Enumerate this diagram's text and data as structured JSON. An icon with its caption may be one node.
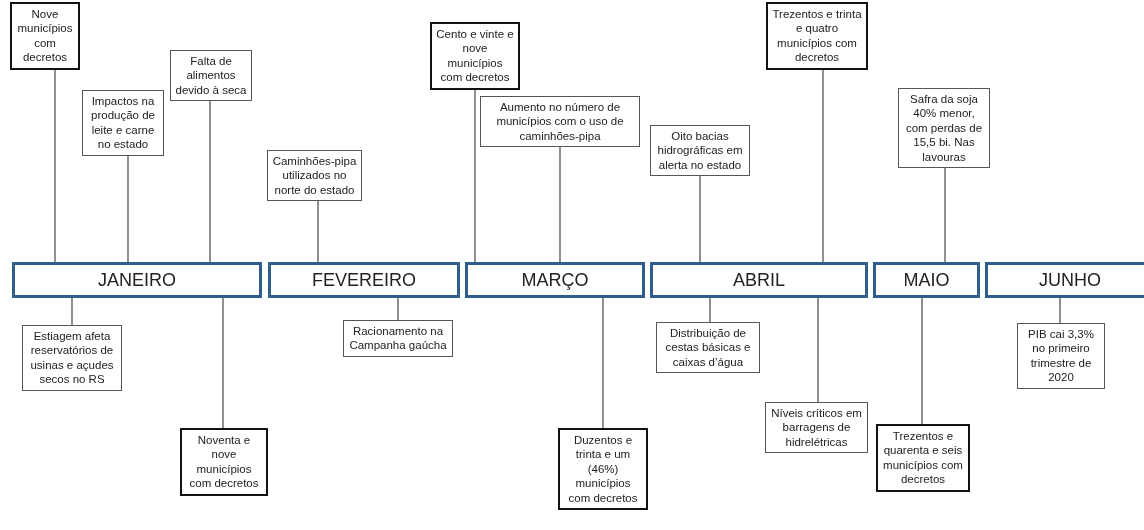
{
  "diagram": {
    "nodes": [
      {
        "text": [
          "Nove municípios com decretos"
        ]
      },
      {
        "text": [
          "Impactos na produção de leite e carne no estado"
        ]
      },
      {
        "text": [
          "Falta de alimentos devido à seca"
        ]
      },
      {
        "text": [
          "Caminhões-pipa utilizados no norte do estado"
        ]
      },
      {
        "text": [
          "Cento e vinte e nove municípios com decretos"
        ]
      },
      {
        "text": [
          "Aumento no número de municípios com o uso de caminhões-pipa"
        ]
      },
      {
        "text": [
          "Oito bacias hidrográficas em alerta no estado"
        ]
      },
      {
        "text": [
          "Trezentos e trinta e quatro municípios com decretos"
        ]
      },
      {
        "text": [
          "Safra da soja 40% menor, com perdas de 15,5 bi. Nas lavouras"
        ]
      },
      {
        "text": [
          "JANEIRO"
        ]
      },
      {
        "text": [
          "FEVEREIRO"
        ]
      },
      {
        "text": [
          "MARÇO"
        ]
      },
      {
        "text": [
          "ABRIL"
        ]
      },
      {
        "text": [
          "MAIO"
        ]
      },
      {
        "text": [
          "JUNHO"
        ]
      },
      {
        "text": [
          "Estiagem afeta reservatórios de usinas e açudes secos no RS"
        ]
      },
      {
        "text": [
          "Noventa e nove municípios com decretos"
        ]
      },
      {
        "text": [
          "Racionamento na Campanha gaúcha"
        ]
      },
      {
        "text": [
          "Duzentos e trinta e um (46%) municípios com decretos"
        ]
      },
      {
        "text": [
          "Distribuição de cestas básicas e caixas d’água"
        ]
      },
      {
        "text": [
          "Níveis críticos em barragens de hidrelétricas"
        ]
      },
      {
        "text": [
          "Trezentos e quarenta e seis municípios com decretos"
        ]
      },
      {
        "text": [
          "PIB cai 3,3% no primeiro trimestre de 2020"
        ]
      }
    ],
    "edges": [
      {
        "from": 0,
        "to": 9,
        "arrow": "none"
      },
      {
        "from": 1,
        "to": 9,
        "arrow": "none"
      },
      {
        "from": 2,
        "to": 9,
        "arrow": "none"
      },
      {
        "from": 3,
        "to": 10,
        "arrow": "none"
      },
      {
        "from": 4,
        "to": 11,
        "arrow": "none"
      },
      {
        "from": 5,
        "to": 11,
        "arrow": "none"
      },
      {
        "from": 6,
        "to": 12,
        "arrow": "none"
      },
      {
        "from": 7,
        "to": 12,
        "arrow": "none"
      },
      {
        "from": 8,
        "to": 13,
        "arrow": "none"
      },
      {
        "from": 15,
        "to": 9,
        "arrow": "none"
      },
      {
        "from": 16,
        "to": 9,
        "arrow": "none"
      },
      {
        "from": 17,
        "to": 10,
        "arrow": "none"
      },
      {
        "from": 18,
        "to": 11,
        "arrow": "none"
      },
      {
        "from": 19,
        "to": 12,
        "arrow": "none"
      },
      {
        "from": 20,
        "to": 12,
        "arrow": "none"
      },
      {
        "from": 21,
        "to": 13,
        "arrow": "none"
      },
      {
        "from": 22,
        "to": 14,
        "arrow": "none"
      }
    ]
  }
}
